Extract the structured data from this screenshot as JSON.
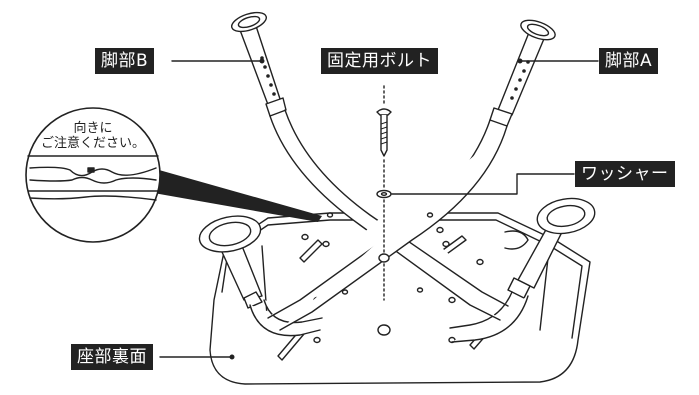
{
  "labels": {
    "leg_b": "脚部B",
    "fixing_bolt": "固定用ボルト",
    "leg_a": "脚部A",
    "washer": "ワッシャー",
    "seat_underside": "座部裏面"
  },
  "zoom_note": {
    "line1": "向きに",
    "line2": "ご注意ください。"
  },
  "colors": {
    "ink": "#222222",
    "label_bg": "#222222",
    "label_text": "#ffffff",
    "paper": "#ffffff"
  }
}
